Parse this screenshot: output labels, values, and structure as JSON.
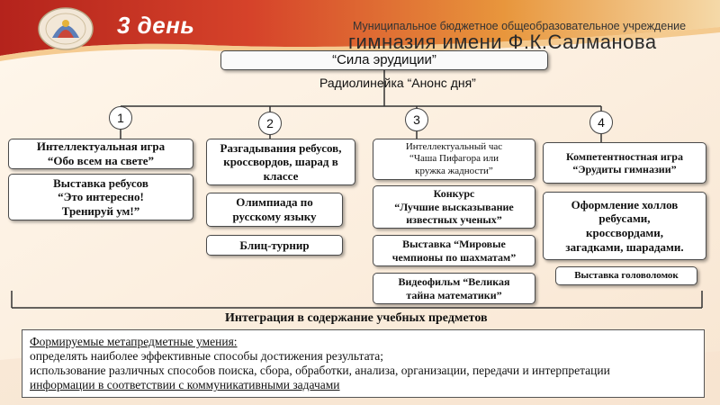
{
  "header": {
    "day_title": "3 день",
    "org_line1": "Муниципальное бюджетное общеобразовательное учреждение",
    "org_line2": "гимназия имени Ф.К.Салманова"
  },
  "main_title": "“Сила эрудиции”",
  "radio_label": "Радиолинейка “Анонс дня”",
  "branches": [
    {
      "number": "1",
      "items": [
        [
          "Интеллектуальная игра",
          "“Обо всем на свете”"
        ],
        [
          "Выставка ребусов",
          "“Это интересно!",
          "Тренируй ум!”"
        ]
      ]
    },
    {
      "number": "2",
      "items": [
        [
          "Разгадывания ребусов,",
          "кроссвордов, шарад в",
          "классе"
        ],
        [
          "Олимпиада по",
          "русскому языку"
        ],
        [
          "Блиц-турнир"
        ]
      ]
    },
    {
      "number": "3",
      "items": [
        [
          "Интеллектуальный час",
          "“Чаша Пифагора или",
          "кружка жадности”"
        ],
        [
          "Конкурс",
          "“Лучшие высказывание",
          "известных ученых”"
        ],
        [
          "Выставка “Мировые",
          "чемпионы по шахматам”"
        ],
        [
          "Видеофильм “Великая",
          "тайна математики”"
        ]
      ]
    },
    {
      "number": "4",
      "items": [
        [
          "Компетентностная игра",
          "“Эрудиты гимназии”"
        ],
        [
          "Оформление холлов",
          "ребусами,",
          "кроссвордами,",
          "загадками, шарадами."
        ],
        [
          "Выставка головоломок"
        ]
      ]
    }
  ],
  "integration_label": "Интеграция в содержание учебных предметов",
  "skills": {
    "heading": "Формируемые метапредметные умения:",
    "lines": [
      "определять наиболее эффективные способы достижения результата;",
      "использование различных способов поиска, сбора, обработки, анализа, организации, передачи и интерпретации",
      "информации в соответствии с коммуникативными задачами"
    ]
  },
  "colors": {
    "header_red": "#c3281f",
    "header_orange": "#e8963c",
    "background": "#fdf6ee"
  }
}
